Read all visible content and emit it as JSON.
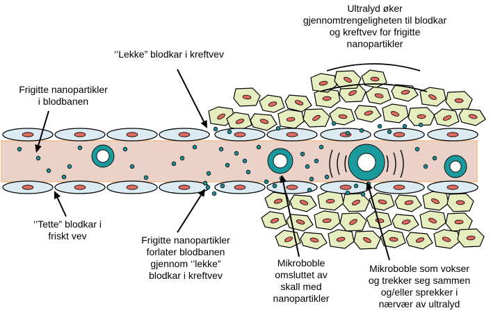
{
  "labels": {
    "ultrasound_note": [
      "Ultralyd øker",
      "gjennomtrengeligheten til blodkar",
      "og kreftvev for frigitte",
      "nanopartikler"
    ],
    "leaky_vessels": [
      "‘’Lekke” blodkar i kreftvev"
    ],
    "released_in_blood": [
      "Frigitte nanopartikler",
      "i blodbanen"
    ],
    "tight_vessels": [
      "‘’Tette” blodkar i",
      "friskt vev"
    ],
    "released_leave": [
      "Frigitte nanopartikler",
      "forlater blodbanen",
      "gjennom ‘’lekke”",
      "blodkar i kreftvev"
    ],
    "microbubble_shell": [
      "Mikroboble",
      "omsluttet av",
      "skall med",
      "nanopartikler"
    ],
    "microbubble_oscillate": [
      "Mikroboble som vokser",
      "og trekker seg sammen",
      "og/eller sprekker i",
      "nærvær av ultralyd"
    ]
  },
  "icons": {
    "endothelial": "endothelial-cell-icon",
    "tumor": "tumor-cell-icon",
    "bubble": "microbubble-icon",
    "nanoparticle": "nanoparticle-icon",
    "wave": "ultrasound-wave-icon"
  },
  "colors": {
    "vessel_lumen": "#ebd2c8",
    "vessel_edge": "#f5c8a0",
    "endothelium": "#dceaf2",
    "nucleus": "#e06a60",
    "tumor_cell": "#e6eebf",
    "particle": "#1e8e96",
    "bubble": "#1b9a9e",
    "stroke": "#000000"
  }
}
